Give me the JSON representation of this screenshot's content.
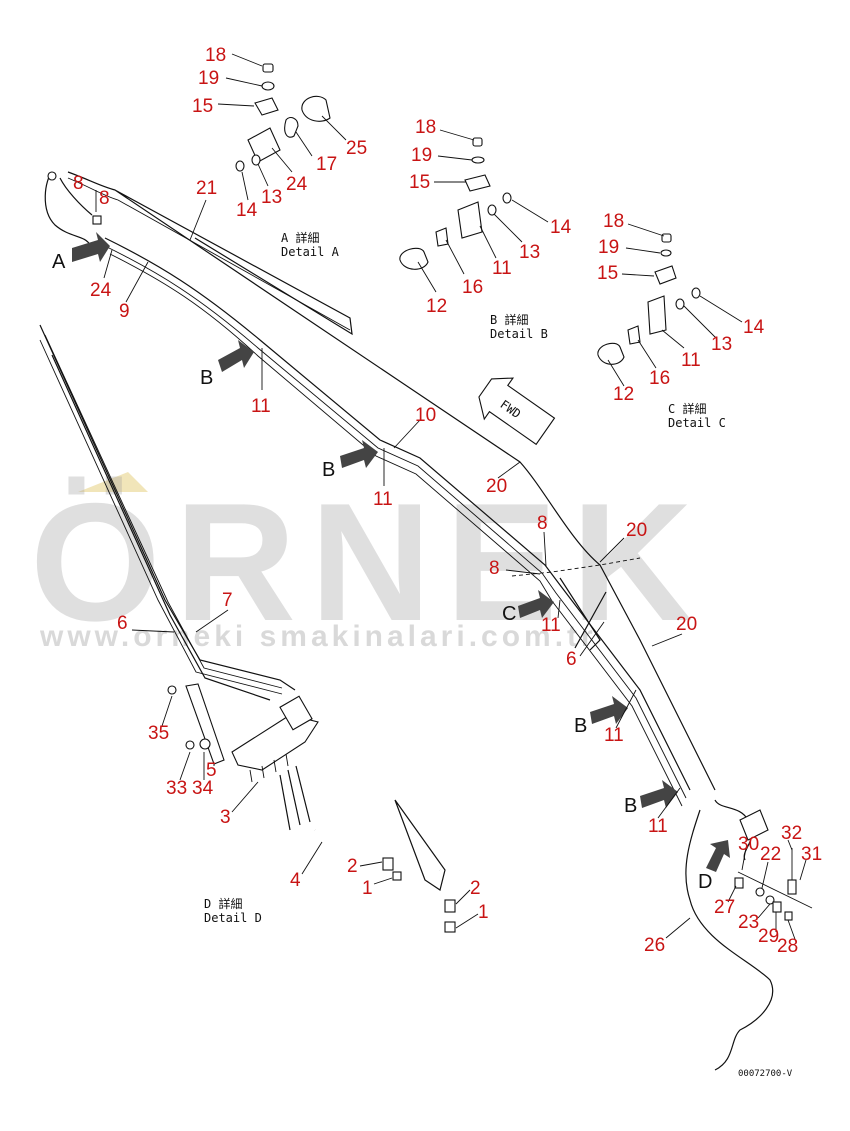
{
  "labels": [
    "18",
    "19",
    "15",
    "25",
    "17",
    "24",
    "13",
    "14",
    "21",
    "8",
    "8",
    "24",
    "9",
    "18",
    "19",
    "15",
    "14",
    "13",
    "11",
    "16",
    "12",
    "18",
    "19",
    "15",
    "14",
    "13",
    "11",
    "16",
    "12",
    "11",
    "10",
    "11",
    "20",
    "8",
    "8",
    "20",
    "11",
    "6",
    "20",
    "11",
    "11",
    "7",
    "6",
    "35",
    "33",
    "34",
    "5",
    "3",
    "4",
    "2",
    "1",
    "2",
    "1",
    "30",
    "32",
    "22",
    "31",
    "27",
    "23",
    "29",
    "28",
    "26"
  ],
  "view_arrows": [
    "A",
    "B",
    "B",
    "C",
    "B",
    "B",
    "D"
  ],
  "details": [
    {
      "jp": "A 詳細",
      "en": "Detail A"
    },
    {
      "jp": "B 詳細",
      "en": "Detail B"
    },
    {
      "jp": "C 詳細",
      "en": "Detail C"
    },
    {
      "jp": "D 詳細",
      "en": "Detail D"
    }
  ],
  "fwd_label": "FWD",
  "drawing_code": "00072700-V",
  "watermark": {
    "brand": "ÖRNEK",
    "url": "www.orneki smakinalari.com.tr"
  },
  "colors": {
    "label_red": "#c81414",
    "watermark_grey": "#9e9e9e",
    "line": "#111111"
  }
}
